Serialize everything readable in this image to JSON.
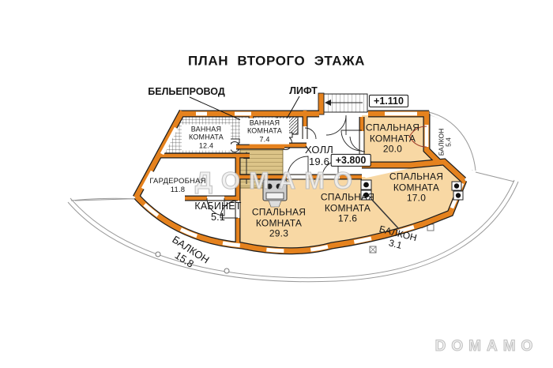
{
  "title": "ПЛАН ВТОРОГО ЭТАЖА",
  "callouts": {
    "laundry_chute": "БЕЛЬЕПРОВОД",
    "lift": "ЛИФТ"
  },
  "levels": {
    "entry_landing": "+1.110",
    "second_floor": "+3.800"
  },
  "rooms": {
    "bath_large": {
      "label": "ВАННАЯ КОМНАТА",
      "area": "12.4"
    },
    "bath_small": {
      "label": "ВАННАЯ КОМНАТА",
      "area": "7.4"
    },
    "hall": {
      "label": "ХОЛЛ",
      "area": "19.6"
    },
    "wardrobe": {
      "label": "ГАРДЕРОБНАЯ",
      "area": "11.8"
    },
    "office": {
      "label": "КАБИНЕТ",
      "area": "5.1"
    },
    "bedroom_29": {
      "label": "СПАЛЬНАЯ КОМНАТА",
      "area": "29.3"
    },
    "bedroom_17_6": {
      "label": "СПАЛЬНАЯ КОМНАТА",
      "area": "17.6"
    },
    "bedroom_20": {
      "label": "СПАЛЬНАЯ КОМНАТА",
      "area": "20.0"
    },
    "bedroom_17_0": {
      "label": "СПАЛЬНАЯ КОМНАТА",
      "area": "17.0"
    },
    "balcony_left": {
      "label": "БАЛКОН",
      "area": "15.8"
    },
    "balcony_right": {
      "label": "БАЛКОН",
      "area": "3.1"
    },
    "balcony_side": {
      "label": "БАЛКОН",
      "area": "5.4"
    }
  },
  "watermarks": {
    "center": "ДОМАМО",
    "corner": "DOMAMO"
  },
  "colors": {
    "wall": "#E5821E",
    "wall_outline": "#1d1d1d",
    "room_fill": "#F8D8A4",
    "stair_fill": "#DCC488",
    "railing": "#9A9A9A",
    "door_swing": "#9E3A28"
  }
}
